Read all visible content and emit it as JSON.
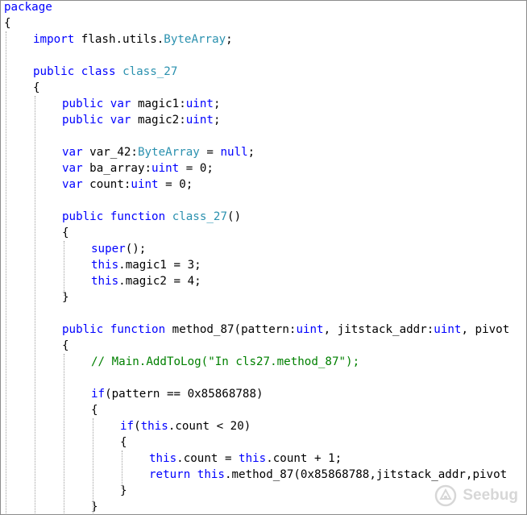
{
  "editor": {
    "language": "ActionScript",
    "colors": {
      "keyword": "#0000ff",
      "type": "#2b91af",
      "comment": "#008000",
      "plain": "#000000",
      "border": "#8c8c8c",
      "background": "#ffffff"
    },
    "lines": [
      {
        "indent": 0,
        "tokens": [
          {
            "t": "package",
            "k": "keyword"
          }
        ]
      },
      {
        "indent": 0,
        "tokens": [
          {
            "t": "{",
            "k": "plain"
          }
        ]
      },
      {
        "indent": 1,
        "tokens": [
          {
            "t": "import",
            "k": "keyword"
          },
          {
            "t": " flash.utils.",
            "k": "plain"
          },
          {
            "t": "ByteArray",
            "k": "type"
          },
          {
            "t": ";",
            "k": "plain"
          }
        ]
      },
      {
        "indent": 0,
        "tokens": []
      },
      {
        "indent": 1,
        "tokens": [
          {
            "t": "public",
            "k": "keyword"
          },
          {
            "t": " ",
            "k": "plain"
          },
          {
            "t": "class",
            "k": "keyword"
          },
          {
            "t": " ",
            "k": "plain"
          },
          {
            "t": "class_27",
            "k": "type"
          }
        ]
      },
      {
        "indent": 1,
        "tokens": [
          {
            "t": "{",
            "k": "plain"
          }
        ]
      },
      {
        "indent": 2,
        "tokens": [
          {
            "t": "public",
            "k": "keyword"
          },
          {
            "t": " ",
            "k": "plain"
          },
          {
            "t": "var",
            "k": "keyword"
          },
          {
            "t": " magic1:",
            "k": "plain"
          },
          {
            "t": "uint",
            "k": "keyword"
          },
          {
            "t": ";",
            "k": "plain"
          }
        ]
      },
      {
        "indent": 2,
        "tokens": [
          {
            "t": "public",
            "k": "keyword"
          },
          {
            "t": " ",
            "k": "plain"
          },
          {
            "t": "var",
            "k": "keyword"
          },
          {
            "t": " magic2:",
            "k": "plain"
          },
          {
            "t": "uint",
            "k": "keyword"
          },
          {
            "t": ";",
            "k": "plain"
          }
        ]
      },
      {
        "indent": 0,
        "tokens": []
      },
      {
        "indent": 2,
        "tokens": [
          {
            "t": "var",
            "k": "keyword"
          },
          {
            "t": " var_42:",
            "k": "plain"
          },
          {
            "t": "ByteArray",
            "k": "type"
          },
          {
            "t": " = ",
            "k": "plain"
          },
          {
            "t": "null",
            "k": "keyword"
          },
          {
            "t": ";",
            "k": "plain"
          }
        ]
      },
      {
        "indent": 2,
        "tokens": [
          {
            "t": "var",
            "k": "keyword"
          },
          {
            "t": " ba_array:",
            "k": "plain"
          },
          {
            "t": "uint",
            "k": "keyword"
          },
          {
            "t": " = 0;",
            "k": "plain"
          }
        ]
      },
      {
        "indent": 2,
        "tokens": [
          {
            "t": "var",
            "k": "keyword"
          },
          {
            "t": " count:",
            "k": "plain"
          },
          {
            "t": "uint",
            "k": "keyword"
          },
          {
            "t": " = 0;",
            "k": "plain"
          }
        ]
      },
      {
        "indent": 0,
        "tokens": []
      },
      {
        "indent": 2,
        "tokens": [
          {
            "t": "public",
            "k": "keyword"
          },
          {
            "t": " ",
            "k": "plain"
          },
          {
            "t": "function",
            "k": "keyword"
          },
          {
            "t": " ",
            "k": "plain"
          },
          {
            "t": "class_27",
            "k": "type"
          },
          {
            "t": "()",
            "k": "plain"
          }
        ]
      },
      {
        "indent": 2,
        "tokens": [
          {
            "t": "{",
            "k": "plain"
          }
        ]
      },
      {
        "indent": 3,
        "tokens": [
          {
            "t": "super",
            "k": "keyword"
          },
          {
            "t": "();",
            "k": "plain"
          }
        ]
      },
      {
        "indent": 3,
        "tokens": [
          {
            "t": "this",
            "k": "keyword"
          },
          {
            "t": ".magic1 = 3;",
            "k": "plain"
          }
        ]
      },
      {
        "indent": 3,
        "tokens": [
          {
            "t": "this",
            "k": "keyword"
          },
          {
            "t": ".magic2 = 4;",
            "k": "plain"
          }
        ]
      },
      {
        "indent": 2,
        "tokens": [
          {
            "t": "}",
            "k": "plain"
          }
        ]
      },
      {
        "indent": 0,
        "tokens": []
      },
      {
        "indent": 2,
        "tokens": [
          {
            "t": "public",
            "k": "keyword"
          },
          {
            "t": " ",
            "k": "plain"
          },
          {
            "t": "function",
            "k": "keyword"
          },
          {
            "t": " method_87(pattern:",
            "k": "plain"
          },
          {
            "t": "uint",
            "k": "keyword"
          },
          {
            "t": ", jitstack_addr:",
            "k": "plain"
          },
          {
            "t": "uint",
            "k": "keyword"
          },
          {
            "t": ", pivot",
            "k": "plain"
          }
        ]
      },
      {
        "indent": 2,
        "tokens": [
          {
            "t": "{",
            "k": "plain"
          }
        ]
      },
      {
        "indent": 3,
        "tokens": [
          {
            "t": "// Main.AddToLog(\"In cls27.method_87\");",
            "k": "comment"
          }
        ]
      },
      {
        "indent": 0,
        "tokens": []
      },
      {
        "indent": 3,
        "tokens": [
          {
            "t": "if",
            "k": "keyword"
          },
          {
            "t": "(pattern == 0x85868788)",
            "k": "plain"
          }
        ]
      },
      {
        "indent": 3,
        "tokens": [
          {
            "t": "{",
            "k": "plain"
          }
        ]
      },
      {
        "indent": 4,
        "tokens": [
          {
            "t": "if",
            "k": "keyword"
          },
          {
            "t": "(",
            "k": "plain"
          },
          {
            "t": "this",
            "k": "keyword"
          },
          {
            "t": ".count < 20)",
            "k": "plain"
          }
        ]
      },
      {
        "indent": 4,
        "tokens": [
          {
            "t": "{",
            "k": "plain"
          }
        ]
      },
      {
        "indent": 5,
        "tokens": [
          {
            "t": "this",
            "k": "keyword"
          },
          {
            "t": ".count = ",
            "k": "plain"
          },
          {
            "t": "this",
            "k": "keyword"
          },
          {
            "t": ".count + 1;",
            "k": "plain"
          }
        ]
      },
      {
        "indent": 5,
        "tokens": [
          {
            "t": "return",
            "k": "keyword"
          },
          {
            "t": " ",
            "k": "plain"
          },
          {
            "t": "this",
            "k": "keyword"
          },
          {
            "t": ".method_87(0x85868788,jitstack_addr,pivot",
            "k": "plain"
          }
        ]
      },
      {
        "indent": 4,
        "tokens": [
          {
            "t": "}",
            "k": "plain"
          }
        ]
      },
      {
        "indent": 3,
        "tokens": [
          {
            "t": "}",
            "k": "plain"
          }
        ]
      }
    ],
    "guides": [
      {
        "level": 0,
        "from": 2,
        "to": 31
      },
      {
        "level": 1,
        "from": 6,
        "to": 31
      },
      {
        "level": 2,
        "from": 15,
        "to": 17
      },
      {
        "level": 2,
        "from": 22,
        "to": 31
      },
      {
        "level": 3,
        "from": 26,
        "to": 31
      },
      {
        "level": 4,
        "from": 28,
        "to": 29
      }
    ]
  },
  "watermark": {
    "text": "Seebug",
    "icon": "seebug-logo-icon"
  }
}
